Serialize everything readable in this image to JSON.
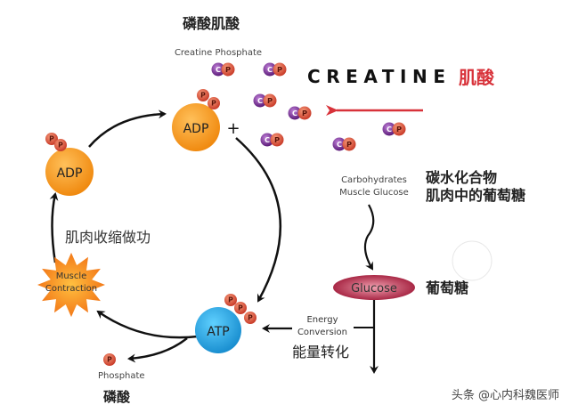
{
  "title_cn": "磷酸肌酸",
  "title_en": "Creatine Phosphate",
  "creatine": {
    "en": "CREATINE",
    "cn": "肌酸"
  },
  "carb": {
    "en1": "Carbohydrates",
    "en2": "Muscle Glucose",
    "cn1": "碳水化合物",
    "cn2": "肌肉中的葡萄糖"
  },
  "glucose": {
    "en": "Glucose",
    "cn": "葡萄糖"
  },
  "energy": {
    "en1": "Energy",
    "en2": "Conversion",
    "cn": "能量转化"
  },
  "adp_label": "ADP",
  "atp_label": "ATP",
  "plus": "+",
  "muscle": {
    "en1": "Muscle",
    "en2": "Contraction",
    "cn": "肌肉收缩做功"
  },
  "phosphate": {
    "en": "Phosphate",
    "cn": "磷酸",
    "letter": "P"
  },
  "c_letter": "C",
  "watermark": "头条 @心内科魏医师",
  "colors": {
    "adp": "#f4a022",
    "atp": "#29a8e0",
    "creatine_red": "#d8323a",
    "glucose": "#b0203f",
    "c_ball": "#7a2a8c",
    "p_ball": "#e0533a"
  }
}
